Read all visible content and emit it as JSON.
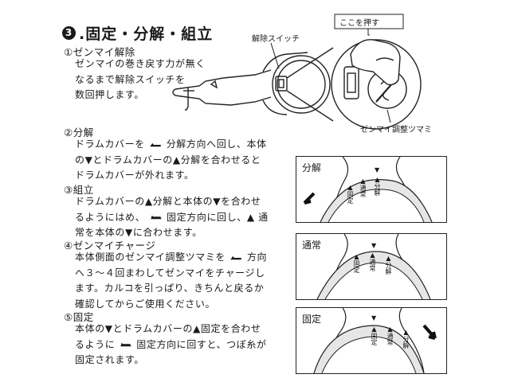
{
  "title": {
    "badge": "3",
    "text": ".固定・分解・組立"
  },
  "sections": [
    {
      "heading": "①ゼンマイ解除",
      "lines": [
        "ゼンマイの巻き戻す力が無く",
        "なるまで解除スイッチを",
        "数回押します。"
      ]
    },
    {
      "heading": "②分解",
      "lines": [
        "ドラムカバーを",
        "分解方向へ回し、本体",
        "の▼とドラムカバーの▲分解を合わせると",
        "ドラムカバーが外れます。"
      ]
    },
    {
      "heading": "③組立",
      "lines": [
        "ドラムカバーの▲分解と本体の▼を合わせ",
        "るようにはめ、",
        "固定方向に回し、▲ 通",
        "常を本体の▼に合わせます。"
      ]
    },
    {
      "heading": "④ゼンマイチャージ",
      "lines": [
        "本体側面のゼンマイ調整ツマミを",
        "方向",
        "へ３～４回まわしてゼンマイをチャージし",
        "ます。カルコを引っぱり、きちんと戻るか",
        "確認してからご使用ください。"
      ]
    },
    {
      "heading": "⑤固定",
      "lines": [
        "本体の▼とドラムカバーの▲固定を合わせ",
        "るように",
        "固定方向に回すと、つぼ糸が",
        "固定されます。"
      ]
    }
  ],
  "top_figure": {
    "label_switch": "解除スイッチ",
    "label_push": "ここを押す",
    "label_knob": "ゼンマイ調整ツマミ"
  },
  "panels": [
    {
      "label": "分解",
      "marks": [
        "▲",
        "▲",
        "▲"
      ],
      "marks_text": [
        "固定",
        "通常",
        "分解"
      ],
      "pointer": "▼"
    },
    {
      "label": "通常",
      "marks": [
        "▲",
        "▲",
        "▲"
      ],
      "marks_text": [
        "固定",
        "通常",
        "分解"
      ],
      "pointer": "▼"
    },
    {
      "label": "固定",
      "marks": [
        "▲",
        "▲",
        "▲"
      ],
      "marks_text": [
        "固定",
        "通常",
        "分解"
      ],
      "pointer": "▼"
    }
  ]
}
